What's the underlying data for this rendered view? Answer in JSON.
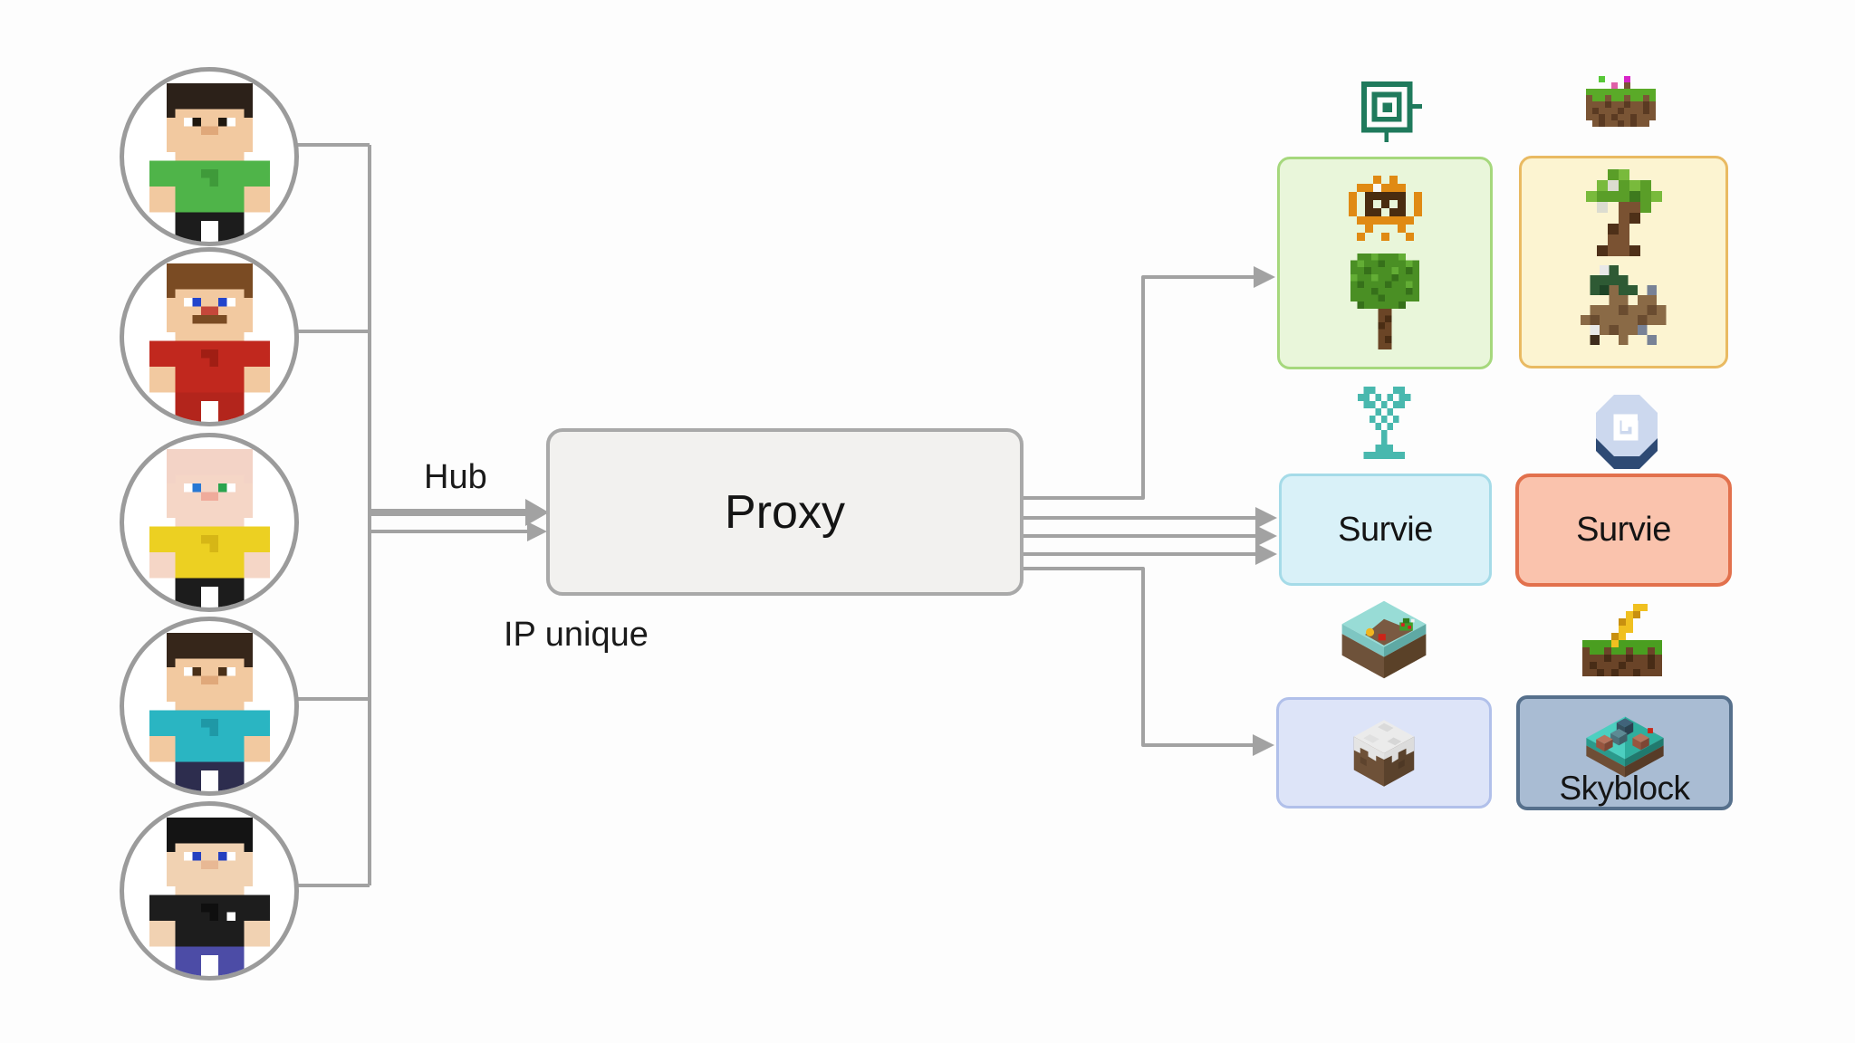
{
  "diagram": {
    "background": "#fdfdfd",
    "line_color": "#a2a2a2",
    "title": "Minecraft proxy network diagram"
  },
  "labels": {
    "hub": "Hub",
    "ip_unique": "IP unique",
    "proxy": "Proxy"
  },
  "players": [
    {
      "name": "player-green-shirt",
      "hair": "#2c2119",
      "skin": "#f2c9a0",
      "eye_white": "#ffffff",
      "pupil_left": "#20180f",
      "pupil_right": "#20180f",
      "nose": "#e0a87a",
      "mustache": "#f2c9a0",
      "shirt": "#4fb449",
      "shirt_shade": "#3f9a3a",
      "logo": "#4fb449",
      "pants": "#1c1c1c"
    },
    {
      "name": "player-red-shirt",
      "hair": "#7a4b23",
      "skin": "#f2c9a0",
      "eye_white": "#ffffff",
      "pupil_left": "#2244cc",
      "pupil_right": "#2244cc",
      "nose": "#c4473a",
      "mustache": "#7a4b23",
      "shirt": "#c1281e",
      "shirt_shade": "#a01e14",
      "logo": "#c1281e",
      "pants": "#b3251c"
    },
    {
      "name": "player-yellow-shirt",
      "hair": "#f3d3c6",
      "skin": "#f5d6c6",
      "eye_white": "#ffffff",
      "pupil_left": "#2878d4",
      "pupil_right": "#2aa44e",
      "nose": "#efab9b",
      "mustache": "#f5d6c6",
      "shirt": "#ecd022",
      "shirt_shade": "#d6b616",
      "logo": "#ecd022",
      "pants": "#1c1c1c"
    },
    {
      "name": "player-teal-shirt",
      "hair": "#36261a",
      "skin": "#f2c9a0",
      "eye_white": "#ffffff",
      "pupil_left": "#4a3018",
      "pupil_right": "#4a3018",
      "nose": "#e0a87a",
      "mustache": "#f2c9a0",
      "shirt": "#2ab5c2",
      "shirt_shade": "#1f98a6",
      "logo": "#2ab5c2",
      "pants": "#2d2d4e"
    },
    {
      "name": "player-black-shirt",
      "hair": "#141414",
      "skin": "#f1d2b2",
      "eye_white": "#ffffff",
      "pupil_left": "#2440c0",
      "pupil_right": "#2440c0",
      "nose": "#e8b894",
      "mustache": "#f1d2b2",
      "shirt": "#1d1d1d",
      "shirt_shade": "#0f0f0f",
      "logo": "#ffffff",
      "pants": "#4c4ca6"
    }
  ],
  "servers": [
    {
      "name": "minigames-server",
      "label": "",
      "badge_icon": "spawner-badge-icon",
      "icons": [
        "totem-icon",
        "tree-icon"
      ],
      "bg": "#e9f6da",
      "border": "#a6d87d"
    },
    {
      "name": "nature-server",
      "label": "",
      "badge_icon": "grass-flowers-icon",
      "icons": [
        "palm-tree-icon",
        "mangrove-roots-icon"
      ],
      "bg": "#fcf4d1",
      "border": "#e9ba62"
    },
    {
      "name": "survie-server-1",
      "label": "Survie",
      "badge_icon": "fountain-icon",
      "icons": [],
      "bg": "#d9f1f8",
      "border": "#a5dbe8"
    },
    {
      "name": "survie-server-2",
      "label": "Survie",
      "badge_icon": "geyser-icon",
      "icons": [],
      "bg": "#fac3ad",
      "border": "#e2714d"
    },
    {
      "name": "oneblock-server",
      "label": "",
      "badge_icon": "oneblock-island-icon",
      "icons": [
        "snow-block-icon"
      ],
      "bg": "#dde4f8",
      "border": "#b1c0ea"
    },
    {
      "name": "skyblock-server",
      "label": "Skyblock",
      "badge_icon": "grass-bolt-icon",
      "icons": [
        "skyblock-island-icon"
      ],
      "bg": "#a9bcd3",
      "border": "#56708c"
    }
  ]
}
